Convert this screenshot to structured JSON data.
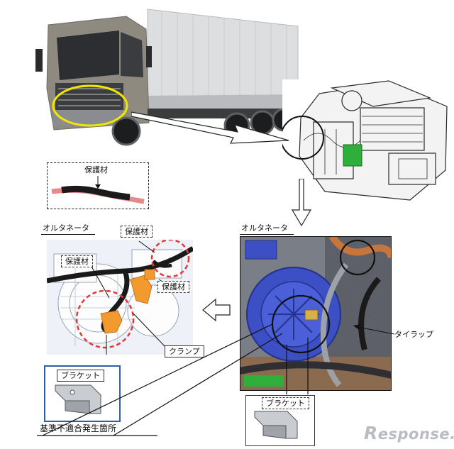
{
  "labels": {
    "protective_top": "保護材",
    "alternator_left": "オルタネータ",
    "protective_1": "保護材",
    "protective_2": "保護材",
    "protective_3": "保護材",
    "clamp": "クランプ",
    "bracket_left": "ブラケット",
    "alternator_right": "オルタネータ",
    "tie_wrap": "タイラップ",
    "bracket_right": "ブラケット",
    "nonconformity_location": "基準不適合発生箇所"
  },
  "logo": {
    "text": "esponse.",
    "initial": "R"
  },
  "colors": {
    "highlight_yellow": "#f2e600",
    "red_dash": "#e23a3a",
    "blue_frame": "#2f5fa8",
    "alternator_blue": "#3c4fc4",
    "harness_orange": "#f29a2e",
    "connector_green": "#2eae3a"
  }
}
